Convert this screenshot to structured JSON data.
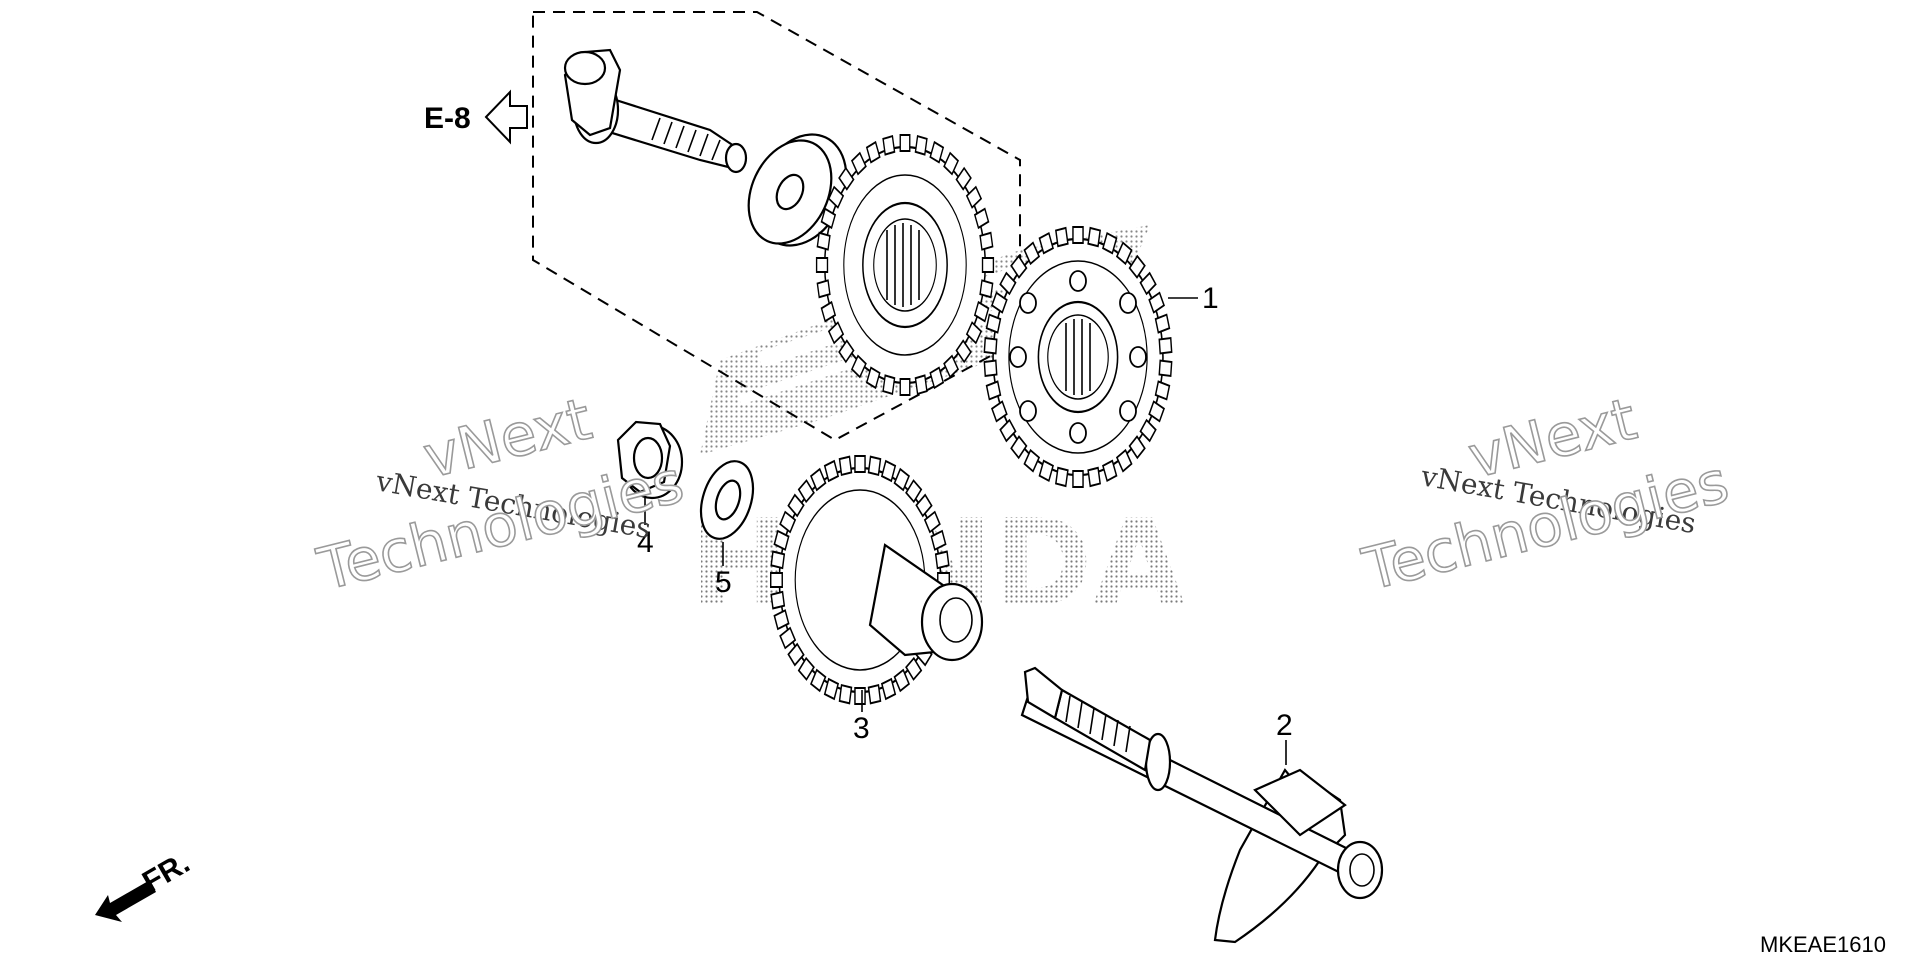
{
  "diagram": {
    "reference_label": "E-8",
    "front_label": "FR.",
    "part_code": "MKEAE1610",
    "callouts": [
      "1",
      "2",
      "3",
      "4",
      "5"
    ],
    "watermark": {
      "line_small": "vNext Technologies",
      "line_big_top": "vNext",
      "line_big_bottom": "Technologies",
      "brand_pattern": "HONDA"
    }
  },
  "icons": {
    "reference_arrow": "hollow-left-arrow-icon",
    "front_arrow": "front-direction-arrow-icon"
  }
}
